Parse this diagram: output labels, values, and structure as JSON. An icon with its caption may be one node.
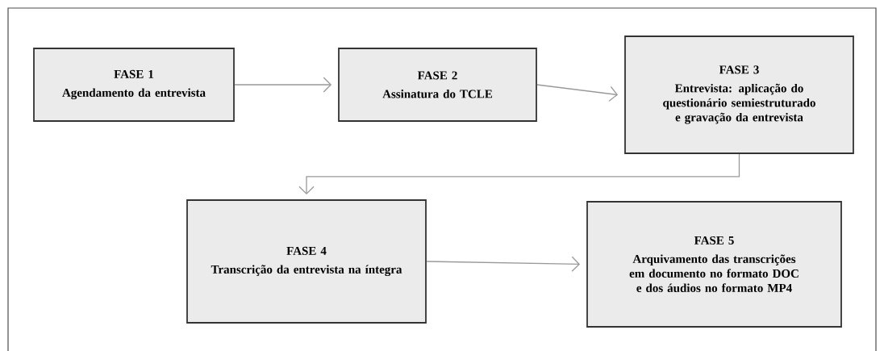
{
  "diagram": {
    "nodes": [
      {
        "text": [
          "FASE 1",
          "Agendamento da entrevista"
        ]
      },
      {
        "text": [
          "FASE 2",
          "Assinatura do TCLE"
        ]
      },
      {
        "text": [
          "FASE 3",
          "Entrevista: aplicação do questionário semiestruturado e gravação da entrevista"
        ]
      },
      {
        "text": [
          "FASE 4",
          "Transcrição da entrevista na íntegra"
        ]
      },
      {
        "text": [
          "FASE 5",
          "Arquivamento das transcrições em documento no formato DOC e dos áudios no formato MP4"
        ]
      }
    ],
    "edges": [
      {
        "from": 0,
        "to": 1,
        "arrow": "to"
      },
      {
        "from": 1,
        "to": 2,
        "arrow": "to"
      },
      {
        "from": 2,
        "to": 3,
        "arrow": "to"
      },
      {
        "from": 3,
        "to": 4,
        "arrow": "to"
      }
    ]
  }
}
